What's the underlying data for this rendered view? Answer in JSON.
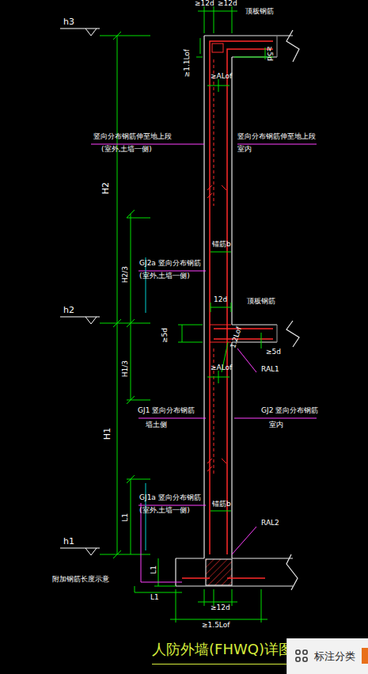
{
  "diagram": {
    "title": "人防外墙(FHWQ)详图",
    "nodes": [
      {
        "text": [
          "标注分类"
        ]
      }
    ],
    "labels": [
      "h3",
      "≥12d",
      "≥12d",
      "顶板钢筋",
      "≥1.1Lof",
      "≥5d",
      "≥ALof",
      "竖向分布钢筋伸至地上段",
      "(室外,土墙一侧)",
      "竖向分布钢筋伸至地上段",
      "室内",
      "H2",
      "锚筋b",
      "H2/3",
      "GJ2a 竖向分布钢筋",
      "(室外,土墙一侧)",
      "h2",
      "12d",
      "顶板钢筋",
      "≥5d",
      "≥5d",
      "1.2Lof",
      "RAL1",
      "H1/3",
      "≥ALof",
      "GJ1 竖向分布钢筋",
      "墙土侧",
      "GJ2 竖向分布钢筋",
      "室内",
      "H1",
      "L1",
      "锚筋b",
      "GJ1a 竖向分布钢筋",
      "(室外,土墙一侧)",
      "RAL2",
      "h1",
      "L1",
      "附加钢筋长度示意",
      "L1",
      "≥12d",
      "≥1.5Lof"
    ]
  }
}
